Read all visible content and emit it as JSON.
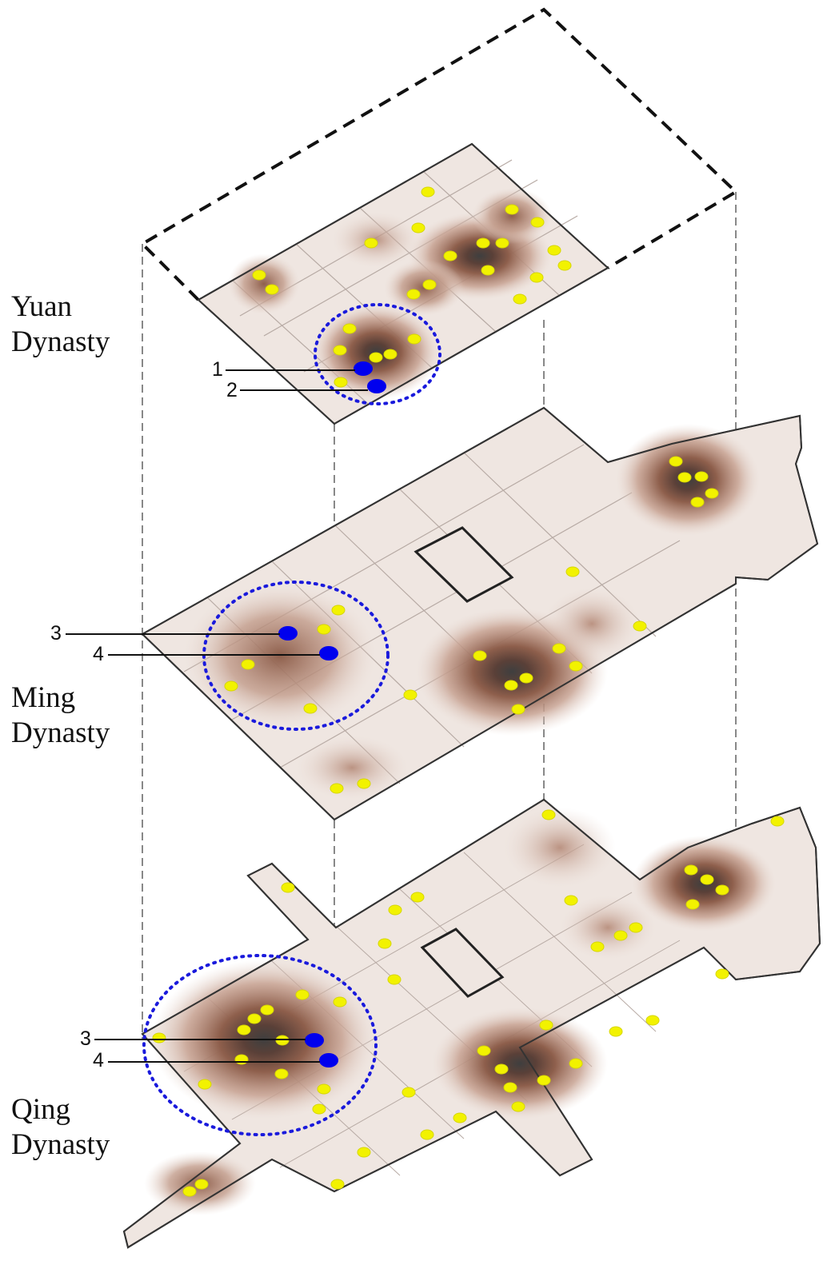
{
  "layers": [
    {
      "id": "yuan",
      "title": "Yuan\nDynasty",
      "sites": [
        "1",
        "2"
      ]
    },
    {
      "id": "ming",
      "title": "Ming\nDynasty",
      "sites": [
        "3",
        "4"
      ]
    },
    {
      "id": "qing",
      "title": "Qing\nDynasty",
      "sites": [
        "3",
        "4"
      ]
    }
  ],
  "colors": {
    "map_fill": "#efe6e1",
    "map_edge": "#333333",
    "hotspot_light": "#c9a392",
    "hotspot_mid": "#9a6b57",
    "hotspot_core": "#4d4d4d",
    "point_yellow": "#f2f200",
    "site_blue": "#0000ee",
    "study_circle": "#1a1adc",
    "frame_dashed": "#111111",
    "guide_lines": "#888888"
  },
  "icons": [
    "yellow-dot-marker",
    "blue-site-marker",
    "dotted-study-circle"
  ]
}
